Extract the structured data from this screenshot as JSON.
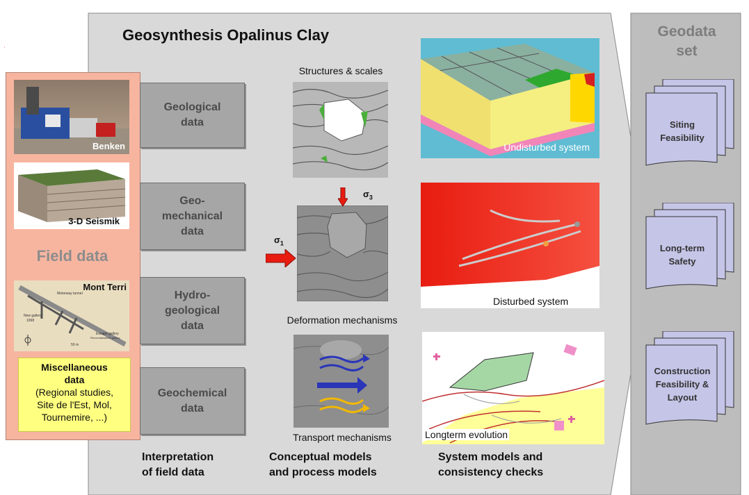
{
  "title": "Geosynthesis Opalinus Clay",
  "geodata_title": "Geodata\nset",
  "field": {
    "title": "Field data",
    "benken": "Benken",
    "seismik": "3-D Seismik",
    "mont_terri": "Mont Terri",
    "mont_terri_sub": [
      "Motorway tunnel",
      "New gallery",
      "1998",
      "Escape gallery",
      "Reconnaissance gallery",
      "50 m"
    ],
    "misc_title": "Miscellaneous\ndata",
    "misc_body": "(Regional studies,\nSite de l'Est, Mol,\nTournemire,  ...)"
  },
  "data_boxes": [
    "Geological\ndata",
    "Geo-\nmechanical\ndata",
    "Hydro-\ngeological\ndata",
    "Geochemical\ndata"
  ],
  "middle": {
    "structures_caption": "Structures & scales",
    "sigma1": "σ1",
    "sigma3": "σ3",
    "deformation_caption": "Deformation mechanisms",
    "transport_caption": "Transport mechanisms"
  },
  "right_images": {
    "undisturbed": "Undisturbed system",
    "disturbed": "Disturbed system",
    "longterm": "Longterm evolution"
  },
  "documents": [
    "Siting\nFeasibility",
    "Long-term\nSafety",
    "Construction\nFeasibility &\nLayout"
  ],
  "footers": {
    "interpretation": "Interpretation\nof field data",
    "conceptual": "Conceptual models\nand process models",
    "system": "System models and\nconsistency checks"
  },
  "colors": {
    "panel_gray": "#d9d9d9",
    "field_bg": "#f7b5a0",
    "misc_bg": "#ffff80",
    "doc_fill": "#c5c5e8",
    "undisturbed_bg": "#5fbcd3",
    "disturbed_bg": "#e81c10",
    "arrow_red": "#e81c10",
    "transport_blue": "#2a35b8",
    "transport_yellow": "#f2b800"
  }
}
